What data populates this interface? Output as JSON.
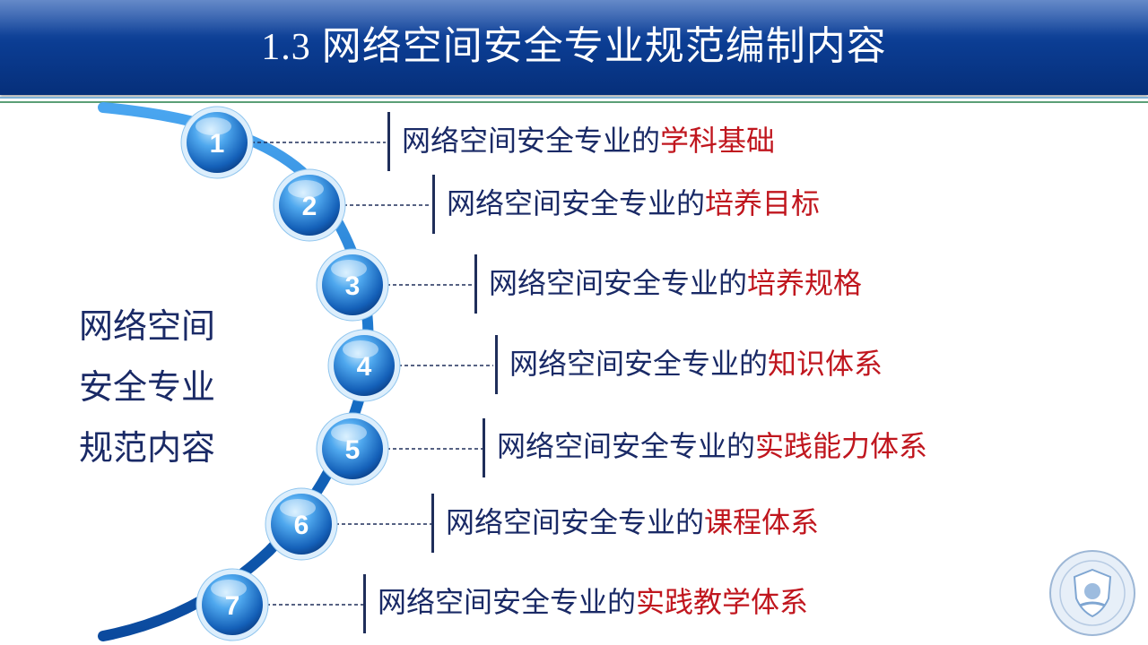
{
  "header": {
    "number": "1.3",
    "title": "网络空间安全专业规范编制内容"
  },
  "side_label": [
    "网络空间",
    "安全专业",
    "规范内容"
  ],
  "items": [
    {
      "num": "1",
      "prefix": "网络空间安全专业的",
      "highlight": "学科基础"
    },
    {
      "num": "2",
      "prefix": "网络空间安全专业的",
      "highlight": "培养目标"
    },
    {
      "num": "3",
      "prefix": "网络空间安全专业的",
      "highlight": "培养规格"
    },
    {
      "num": "4",
      "prefix": "网络空间安全专业的",
      "highlight": "知识体系"
    },
    {
      "num": "5",
      "prefix": "网络空间安全专业的",
      "highlight": "实践能力体系"
    },
    {
      "num": "6",
      "prefix": "网络空间安全专业的",
      "highlight": "课程体系"
    },
    {
      "num": "7",
      "prefix": "网络空间安全专业的",
      "highlight": "实践教学体系"
    }
  ],
  "colors": {
    "header": "#0b3d93",
    "text": "#1a2a66",
    "highlight": "#c0161e",
    "arc": "#1a72c9"
  },
  "logo_icon": "cyber-security-talent-seal-icon"
}
